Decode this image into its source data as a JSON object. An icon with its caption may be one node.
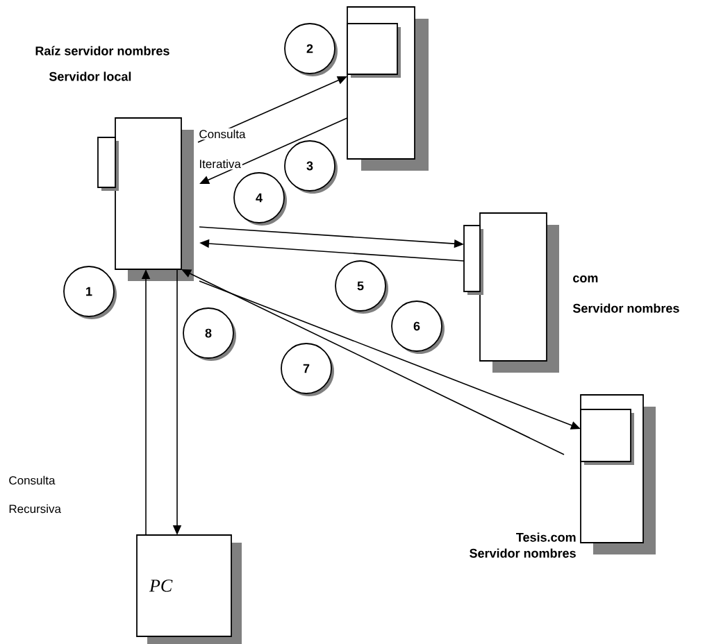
{
  "diagram": {
    "nodes": [
      {
        "text": [],
        "shape": "box"
      },
      {
        "text": [],
        "shape": "box"
      },
      {
        "text": [],
        "shape": "box"
      },
      {
        "text": [],
        "shape": "box"
      },
      {
        "text": [
          "PC"
        ]
      },
      {
        "text": [
          "1"
        ]
      },
      {
        "text": [
          "2"
        ]
      },
      {
        "text": [
          "3"
        ]
      },
      {
        "text": [
          "4"
        ]
      },
      {
        "text": [
          "5"
        ]
      },
      {
        "text": [
          "6"
        ]
      },
      {
        "text": [
          "7"
        ]
      },
      {
        "text": [
          "8"
        ]
      }
    ],
    "edges": [
      {
        "from": 4,
        "to": 0,
        "arrow": "to"
      },
      {
        "from": 0,
        "to": 4,
        "arrow": "to"
      },
      {
        "from": 0,
        "to": 1,
        "arrow": "to"
      },
      {
        "from": 1,
        "to": 0,
        "arrow": "to"
      },
      {
        "from": 0,
        "to": 2,
        "arrow": "to"
      },
      {
        "from": 2,
        "to": 0,
        "arrow": "to"
      },
      {
        "from": 0,
        "to": 3,
        "arrow": "to"
      },
      {
        "from": 3,
        "to": 0,
        "arrow": "to"
      }
    ],
    "labels": [
      "Raíz servidor nombres",
      "Servidor local",
      "Consulta",
      "Iterativa",
      "com",
      "Servidor nombres",
      "Consulta",
      "Recursiva",
      "Tesis.com",
      "Servidor nombres"
    ]
  }
}
